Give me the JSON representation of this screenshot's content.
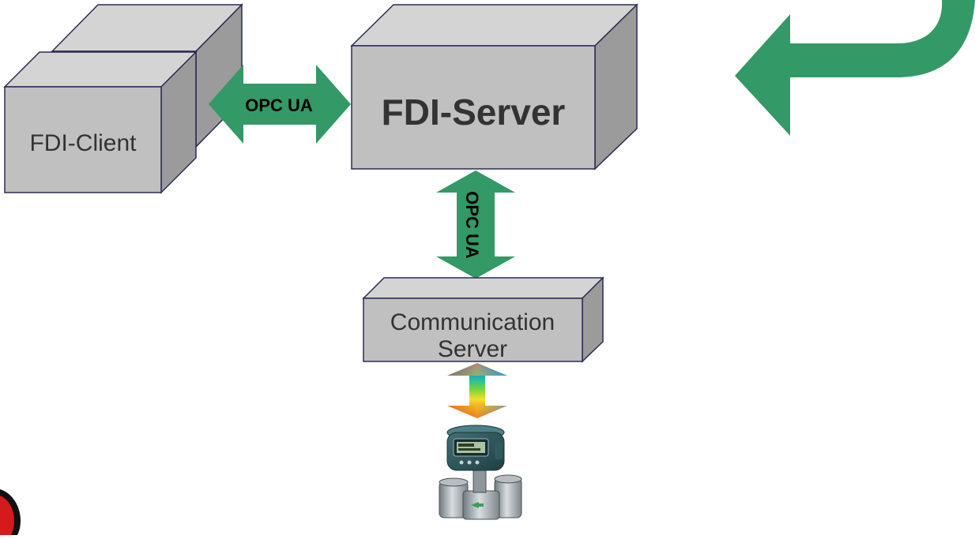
{
  "labels": {
    "fdi_client": "FDI-Client",
    "fdi_server": "FDI-Server",
    "opc_ua_horizontal": "OPC UA",
    "opc_ua_vertical": "OPC UA",
    "comm_server_line1": "Communication",
    "comm_server_line2": "Server"
  },
  "colors": {
    "box_fill": "#c0c0c0",
    "box_top": "#d4d4d4",
    "box_side": "#9b9b9b",
    "box_stroke": "#2b2b55",
    "arrow_green": "#339966",
    "text_dark": "#333333",
    "label_black": "#000000"
  },
  "icons": {
    "device": "flowmeter-device-icon",
    "return_arrow": "curved-return-arrow-icon",
    "rainbow_arrow": "fieldbus-arrow-icon"
  }
}
